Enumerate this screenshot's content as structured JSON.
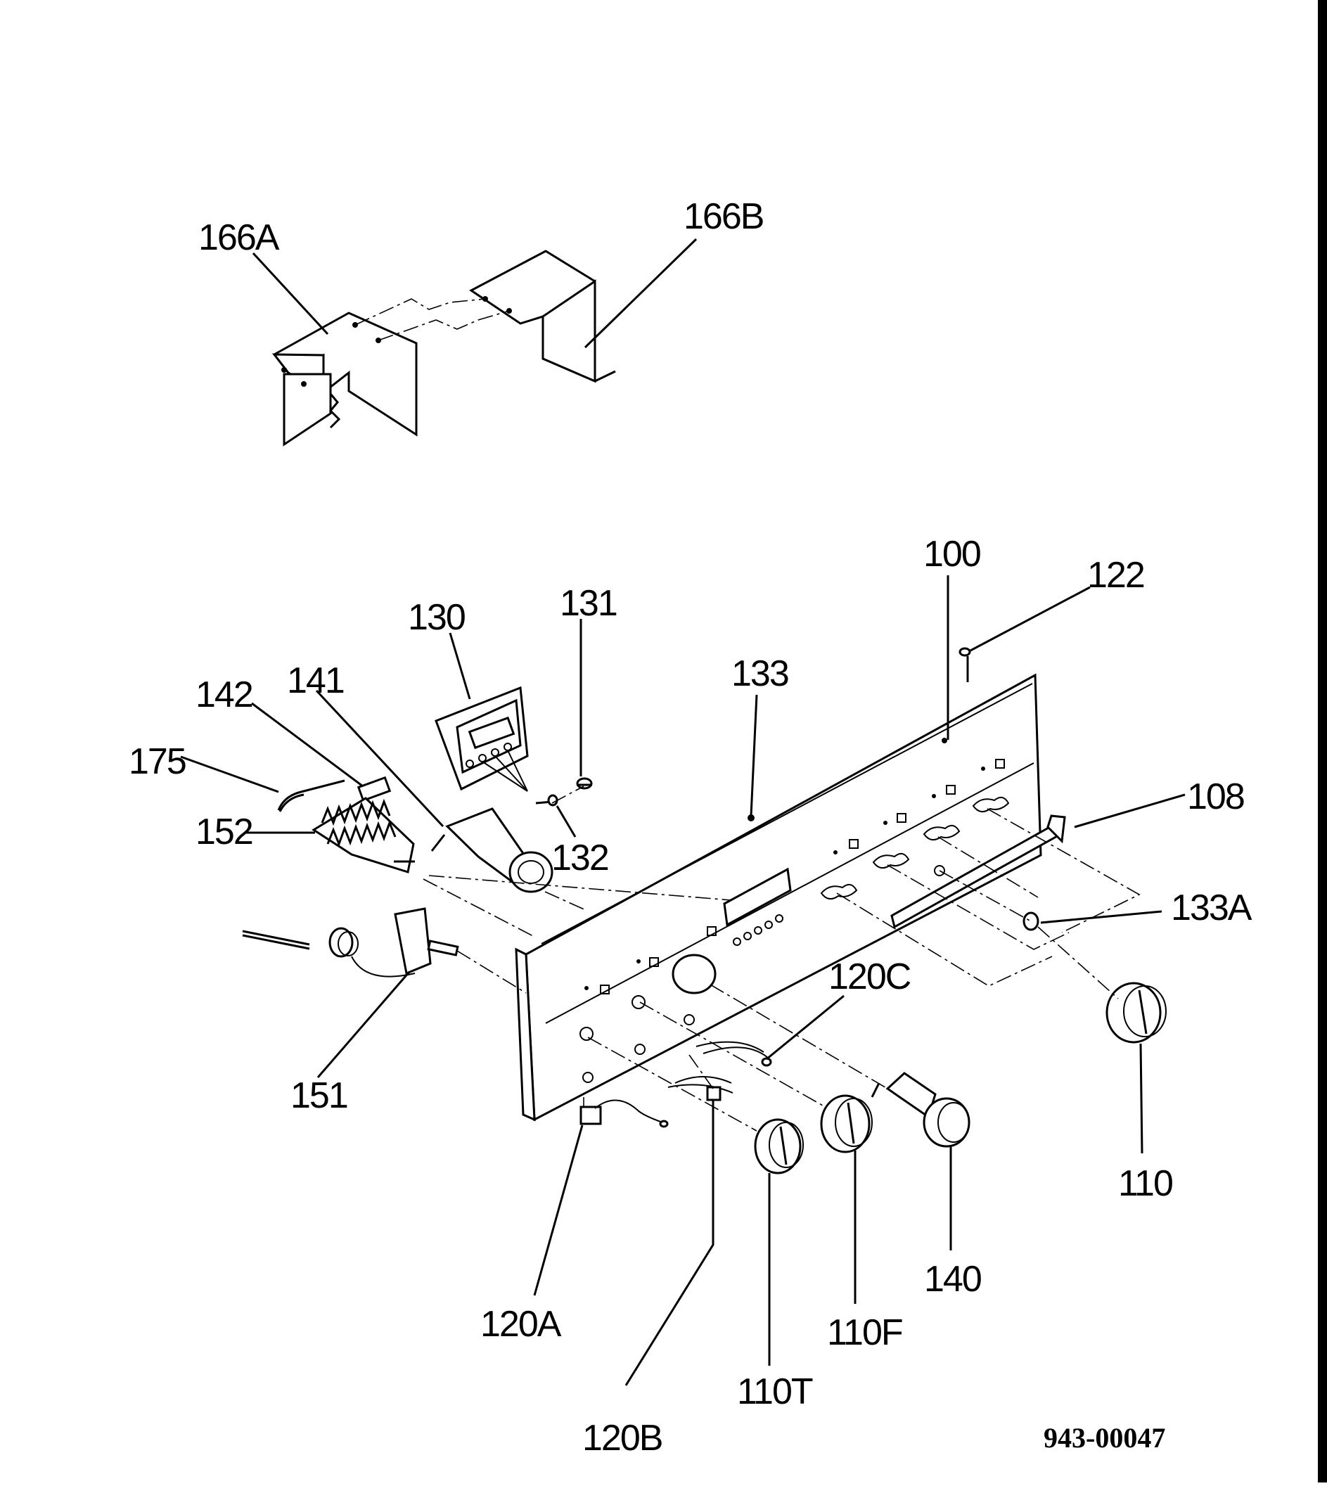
{
  "diagram": {
    "callouts": {
      "p166A": "166A",
      "p166B": "166B",
      "p100": "100",
      "p122": "122",
      "p130": "130",
      "p131": "131",
      "p133": "133",
      "p142": "142",
      "p141": "141",
      "p175": "175",
      "p152": "152",
      "p132": "132",
      "p108": "108",
      "p133A": "133A",
      "p120C": "120C",
      "p151": "151",
      "p110": "110",
      "p140": "140",
      "p110F": "110F",
      "p110T": "110T",
      "p120A": "120A",
      "p120B": "120B"
    },
    "document_number": "943-00047"
  }
}
